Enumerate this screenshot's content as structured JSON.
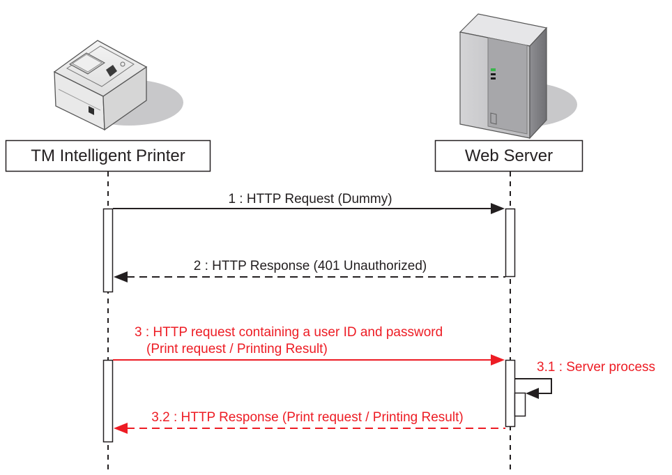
{
  "participants": {
    "printer": {
      "name": "TM Intelligent Printer",
      "icon": "receipt-printer-icon"
    },
    "server": {
      "name": "Web Server",
      "icon": "server-tower-icon"
    }
  },
  "messages": [
    {
      "number": "1",
      "label": "1 : HTTP Request (Dummy)",
      "kind": "request"
    },
    {
      "number": "2",
      "label": "2 : HTTP  Response (401 Unauthorized)",
      "kind": "response"
    },
    {
      "number": "3",
      "label_line1": "3 : HTTP request containing a user ID and password",
      "label_line2": "(Print request / Printing Result)",
      "kind": "request"
    },
    {
      "number": "3.1",
      "label": "3.1 : Server process",
      "kind": "self"
    },
    {
      "number": "3.2",
      "label": "3.2 : HTTP Response (Print request / Printing Result)",
      "kind": "response"
    }
  ],
  "colors": {
    "normal": "#231f20",
    "highlight": "#ed1c24"
  }
}
